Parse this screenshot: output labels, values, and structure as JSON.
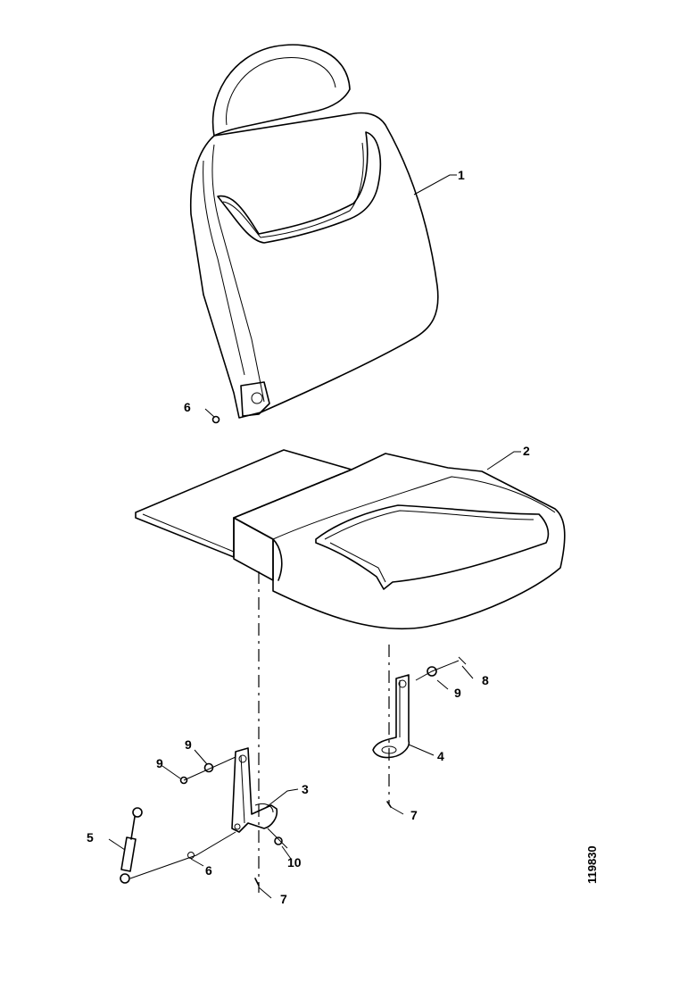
{
  "callouts": {
    "backrest": "1",
    "seat_cushion": "2",
    "bracket_left": "3",
    "bracket_right": "4",
    "gas_strut": "5",
    "bolt_backrest": "6",
    "bolt_strut": "6",
    "screw_left": "7",
    "screw_right": "7",
    "bolt_right": "8",
    "washer_right": "9",
    "washer_left_a": "9",
    "washer_left_b": "9",
    "nut": "10"
  },
  "drawing_reference": "119830"
}
